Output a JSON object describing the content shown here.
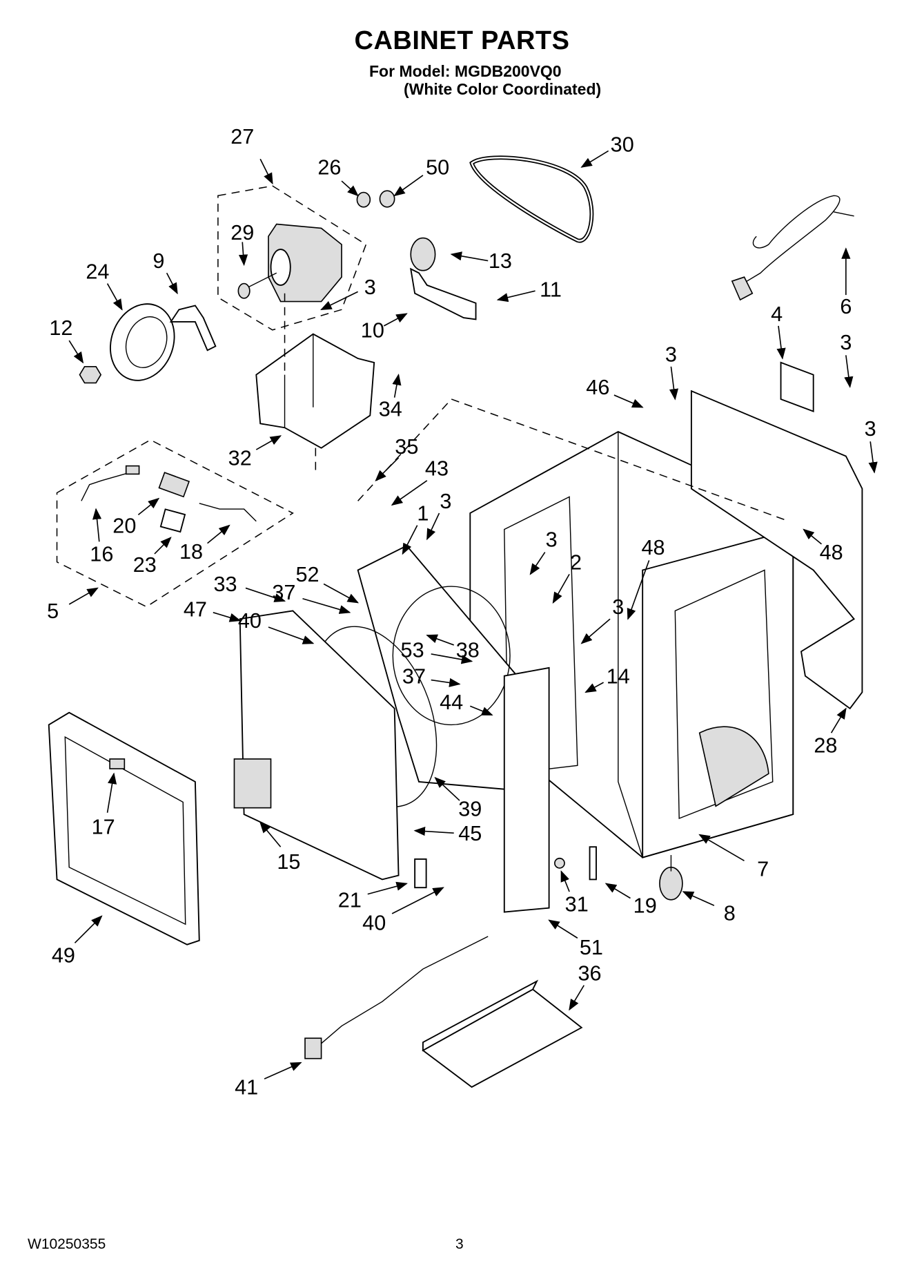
{
  "header": {
    "title": "CABINET PARTS",
    "model_line": "For Model: MGDB200VQ0",
    "color_line": "(White Color Coordinated)"
  },
  "footer": {
    "doc_number": "W10250355",
    "page_number": "3"
  },
  "callouts": [
    "27",
    "26",
    "50",
    "30",
    "29",
    "24",
    "9",
    "3",
    "13",
    "11",
    "10",
    "12",
    "34",
    "6",
    "4",
    "3",
    "3",
    "46",
    "3",
    "32",
    "35",
    "43",
    "3",
    "1",
    "20",
    "16",
    "23",
    "18",
    "5",
    "3",
    "2",
    "48",
    "48",
    "33",
    "52",
    "37",
    "47",
    "40",
    "3",
    "53",
    "38",
    "37",
    "14",
    "44",
    "28",
    "17",
    "39",
    "45",
    "15",
    "7",
    "8",
    "31",
    "19",
    "21",
    "40",
    "49",
    "51",
    "36",
    "41"
  ]
}
